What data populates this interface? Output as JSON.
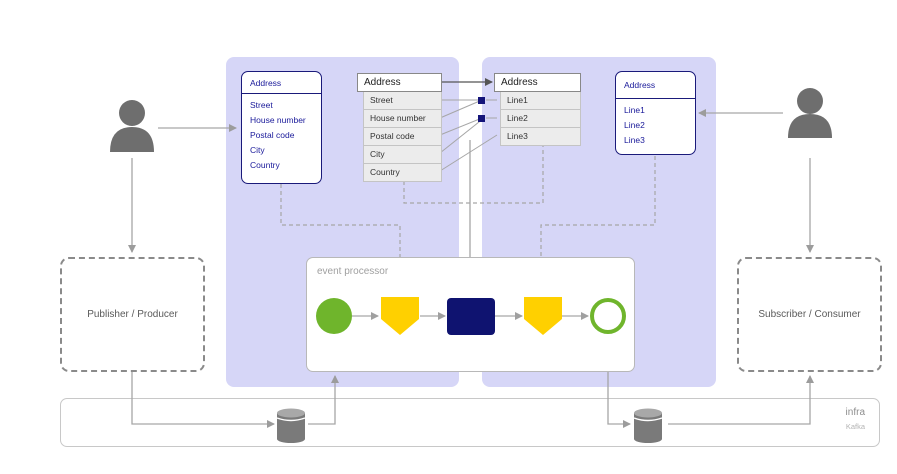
{
  "producer": {
    "label": "Publisher / Producer"
  },
  "consumer": {
    "label": "Subscriber / Consumer"
  },
  "infra": {
    "title": "infra",
    "subtitle": "Kafka"
  },
  "processor": {
    "title": "event processor"
  },
  "source_model": {
    "title": "Address",
    "fields": [
      "Street",
      "House  number",
      "Postal code",
      "City",
      "Country"
    ]
  },
  "target_model": {
    "title": "Address",
    "fields": [
      "Line1",
      "Line2",
      "Line3"
    ]
  },
  "mapping": {
    "source_title": "Address",
    "source_fields": [
      "Street",
      "House number",
      "Postal code",
      "City",
      "Country"
    ],
    "target_title": "Address",
    "target_fields": [
      "Line1",
      "Line2",
      "Line3"
    ]
  },
  "colors": {
    "panel": "#d6d6f7",
    "start_event": "#6fb52c",
    "transform": "#ffd000",
    "task": "#0f1370",
    "model_border": "#1a1a7a",
    "connector": "#a6a6a6"
  },
  "icons": {
    "producer_user": "user-icon",
    "consumer_user": "user-icon",
    "producer_topic": "database-icon",
    "consumer_topic": "database-icon"
  }
}
